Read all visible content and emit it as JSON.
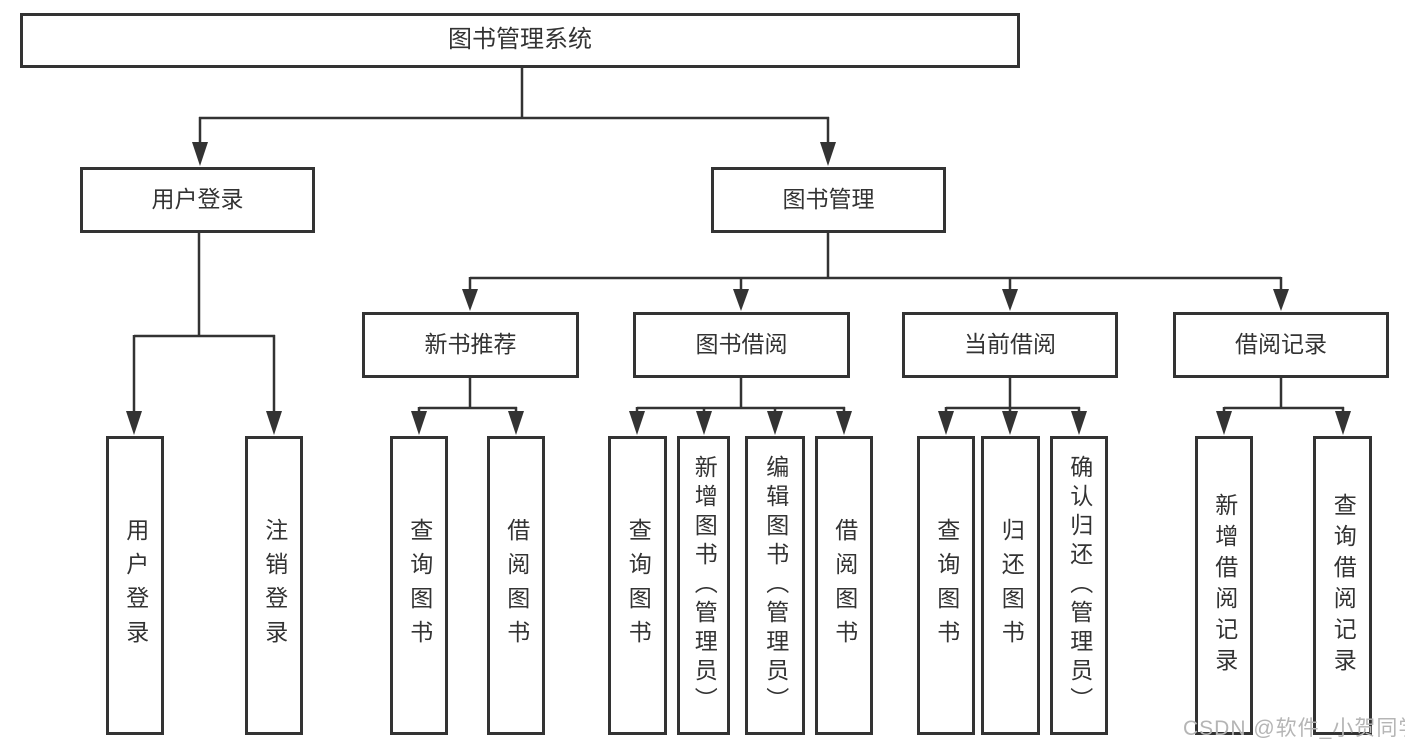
{
  "tree": {
    "root": "图书管理系统",
    "user_login": {
      "label": "用户登录",
      "children": [
        "用户登录",
        "注销登录"
      ]
    },
    "book_management": {
      "label": "图书管理",
      "sections": [
        {
          "label": "新书推荐",
          "children": [
            "查询图书",
            "借阅图书"
          ]
        },
        {
          "label": "图书借阅",
          "children": [
            "查询图书",
            "新增图书（管理员）",
            "编辑图书（管理员）",
            "借阅图书"
          ]
        },
        {
          "label": "当前借阅",
          "children": [
            "查询图书",
            "归还图书",
            "确认归还（管理员）"
          ]
        },
        {
          "label": "借阅记录",
          "children": [
            "新增借阅记录",
            "查询借阅记录"
          ]
        }
      ]
    }
  },
  "watermark": "CSDN @软件_小贺同学",
  "colors": {
    "line": "#333333",
    "text": "#333333",
    "box_background": "#ffffff",
    "watermark": "#b5b5b5",
    "page_background": "#ffffff"
  }
}
